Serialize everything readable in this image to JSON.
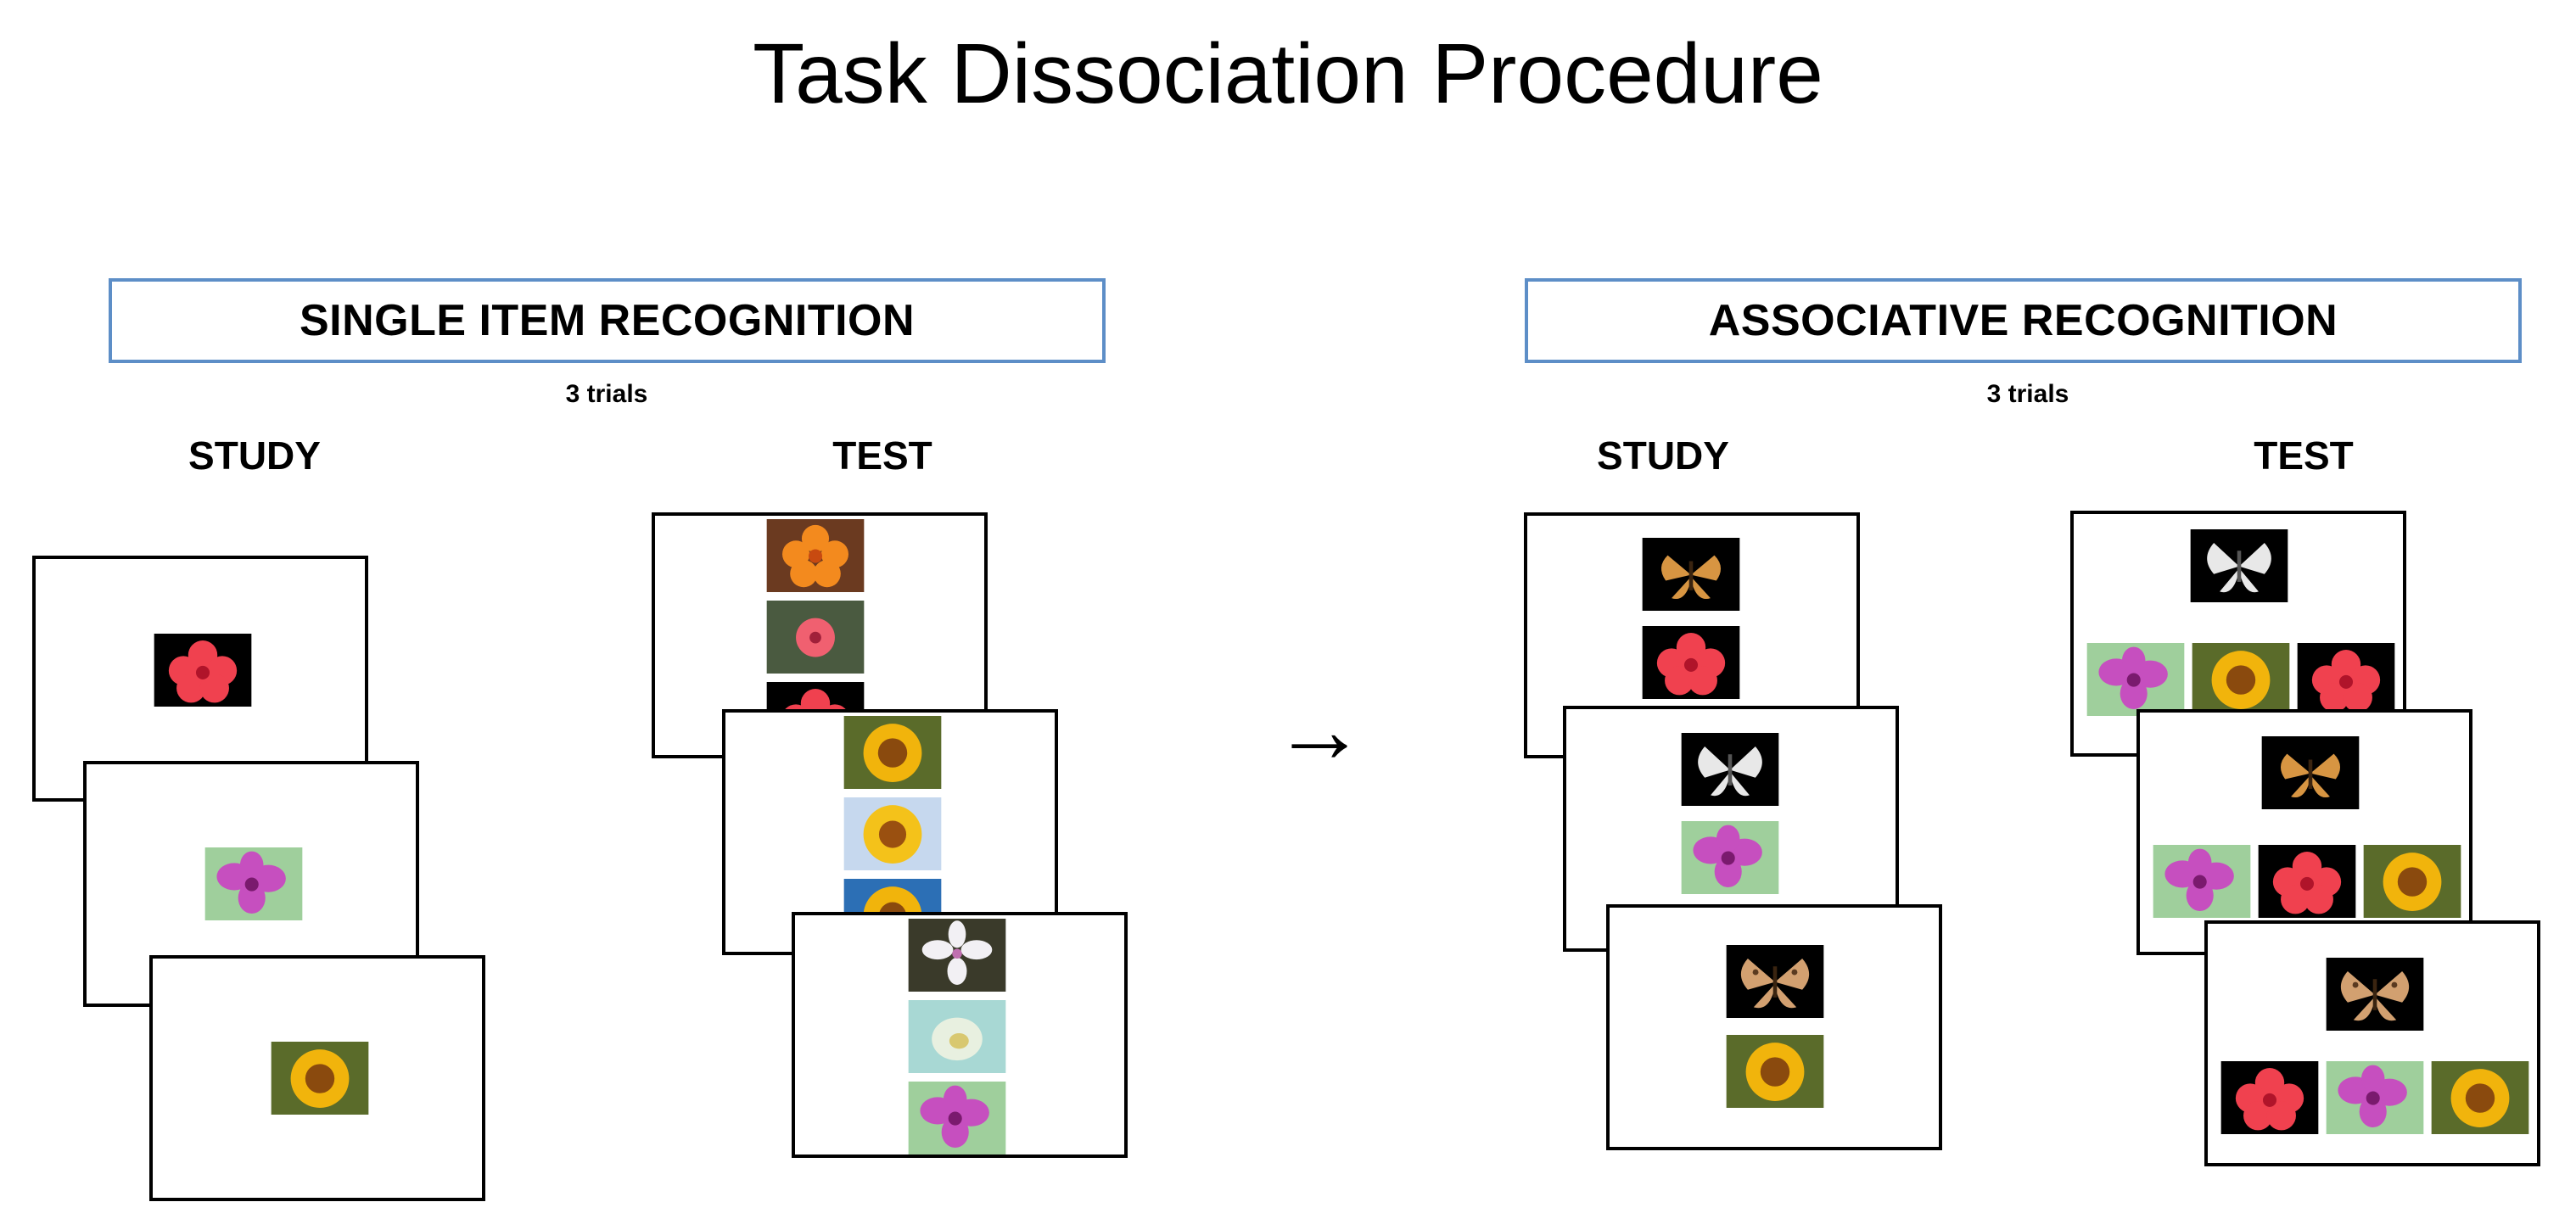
{
  "title": "Task Dissociation Procedure",
  "panels": {
    "single": {
      "heading": "SINGLE ITEM RECOGNITION",
      "trials": "3 trials",
      "study_label": "STUDY",
      "test_label": "TEST"
    },
    "associative": {
      "heading": "ASSOCIATIVE RECOGNITION",
      "trials": "3 trials",
      "study_label": "STUDY",
      "test_label": "TEST"
    }
  },
  "arrow_glyph": "→",
  "colors": {
    "heading_border": "#5d8ec7",
    "card_border": "#000000",
    "red_flower": "#f0414f",
    "orchid": "#c64fbf",
    "sunflower": "#f1b40c",
    "orange_flower": "#f38a1e",
    "butterfly_orange": "#d79542",
    "butterfly_white": "#e8e8e8"
  },
  "stimuli": {
    "single_study": [
      "red-flower",
      "orchid",
      "sunflower"
    ],
    "single_test": [
      [
        "orange-flower",
        "pink-flower",
        "red-flower"
      ],
      [
        "sunflower",
        "sunflower",
        "sunflower"
      ],
      [
        "white-orchid",
        "white-flower",
        "orchid"
      ]
    ],
    "assoc_study": [
      [
        "orange-butterfly",
        "red-flower"
      ],
      [
        "white-butterfly",
        "orchid"
      ],
      [
        "brown-butterfly",
        "sunflower"
      ]
    ],
    "assoc_test": [
      [
        "white-butterfly",
        "orchid",
        "sunflower",
        "red-flower"
      ],
      [
        "orange-butterfly",
        "orchid",
        "red-flower",
        "sunflower"
      ],
      [
        "brown-butterfly",
        "red-flower",
        "orchid",
        "sunflower"
      ]
    ]
  }
}
